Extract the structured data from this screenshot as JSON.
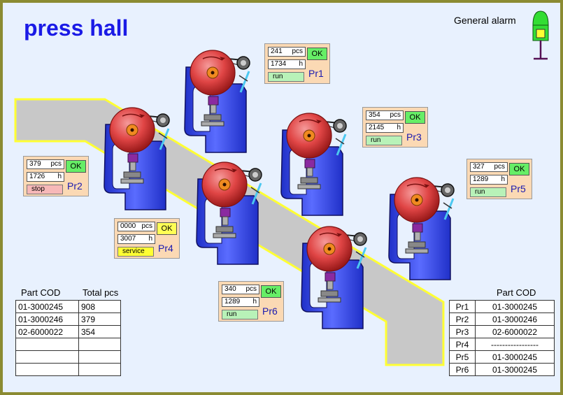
{
  "title": "press hall",
  "general_alarm": {
    "label": "General alarm",
    "lamp_color": "#33dd33"
  },
  "colors": {
    "belt": "#c8c8c8",
    "belt_border": "#ffff33",
    "press_body": "#3344dd",
    "wheel": "#e04545"
  },
  "presses": [
    {
      "name": "Pr1",
      "pcs": "241",
      "pcs_unit": "pcs",
      "hours": "1734",
      "hours_unit": "h",
      "ok": "OK",
      "status": "run"
    },
    {
      "name": "Pr2",
      "pcs": "379",
      "pcs_unit": "pcs",
      "hours": "1726",
      "hours_unit": "h",
      "ok": "OK",
      "status": "stop"
    },
    {
      "name": "Pr3",
      "pcs": "354",
      "pcs_unit": "pcs",
      "hours": "2145",
      "hours_unit": "h",
      "ok": "OK",
      "status": "run"
    },
    {
      "name": "Pr4",
      "pcs": "0000",
      "pcs_unit": "pcs",
      "hours": "3007",
      "hours_unit": "h",
      "ok": "OK",
      "status": "service"
    },
    {
      "name": "Pr5",
      "pcs": "327",
      "pcs_unit": "pcs",
      "hours": "1289",
      "hours_unit": "h",
      "ok": "OK",
      "status": "run"
    },
    {
      "name": "Pr6",
      "pcs": "340",
      "pcs_unit": "pcs",
      "hours": "1289",
      "hours_unit": "h",
      "ok": "OK",
      "status": "run"
    }
  ],
  "left_table": {
    "headers": [
      "Part COD",
      "Total pcs"
    ],
    "rows": [
      [
        "01-3000245",
        "908"
      ],
      [
        "01-3000246",
        "379"
      ],
      [
        "02-6000022",
        "354"
      ],
      [
        "",
        ""
      ],
      [
        "",
        ""
      ],
      [
        "",
        ""
      ]
    ]
  },
  "right_table": {
    "header": "Part COD",
    "rows": [
      [
        "Pr1",
        "01-3000245"
      ],
      [
        "Pr2",
        "01-3000246"
      ],
      [
        "Pr3",
        "02-6000022"
      ],
      [
        "Pr4",
        "-----------------"
      ],
      [
        "Pr5",
        "01-3000245"
      ],
      [
        "Pr6",
        "01-3000245"
      ]
    ]
  }
}
